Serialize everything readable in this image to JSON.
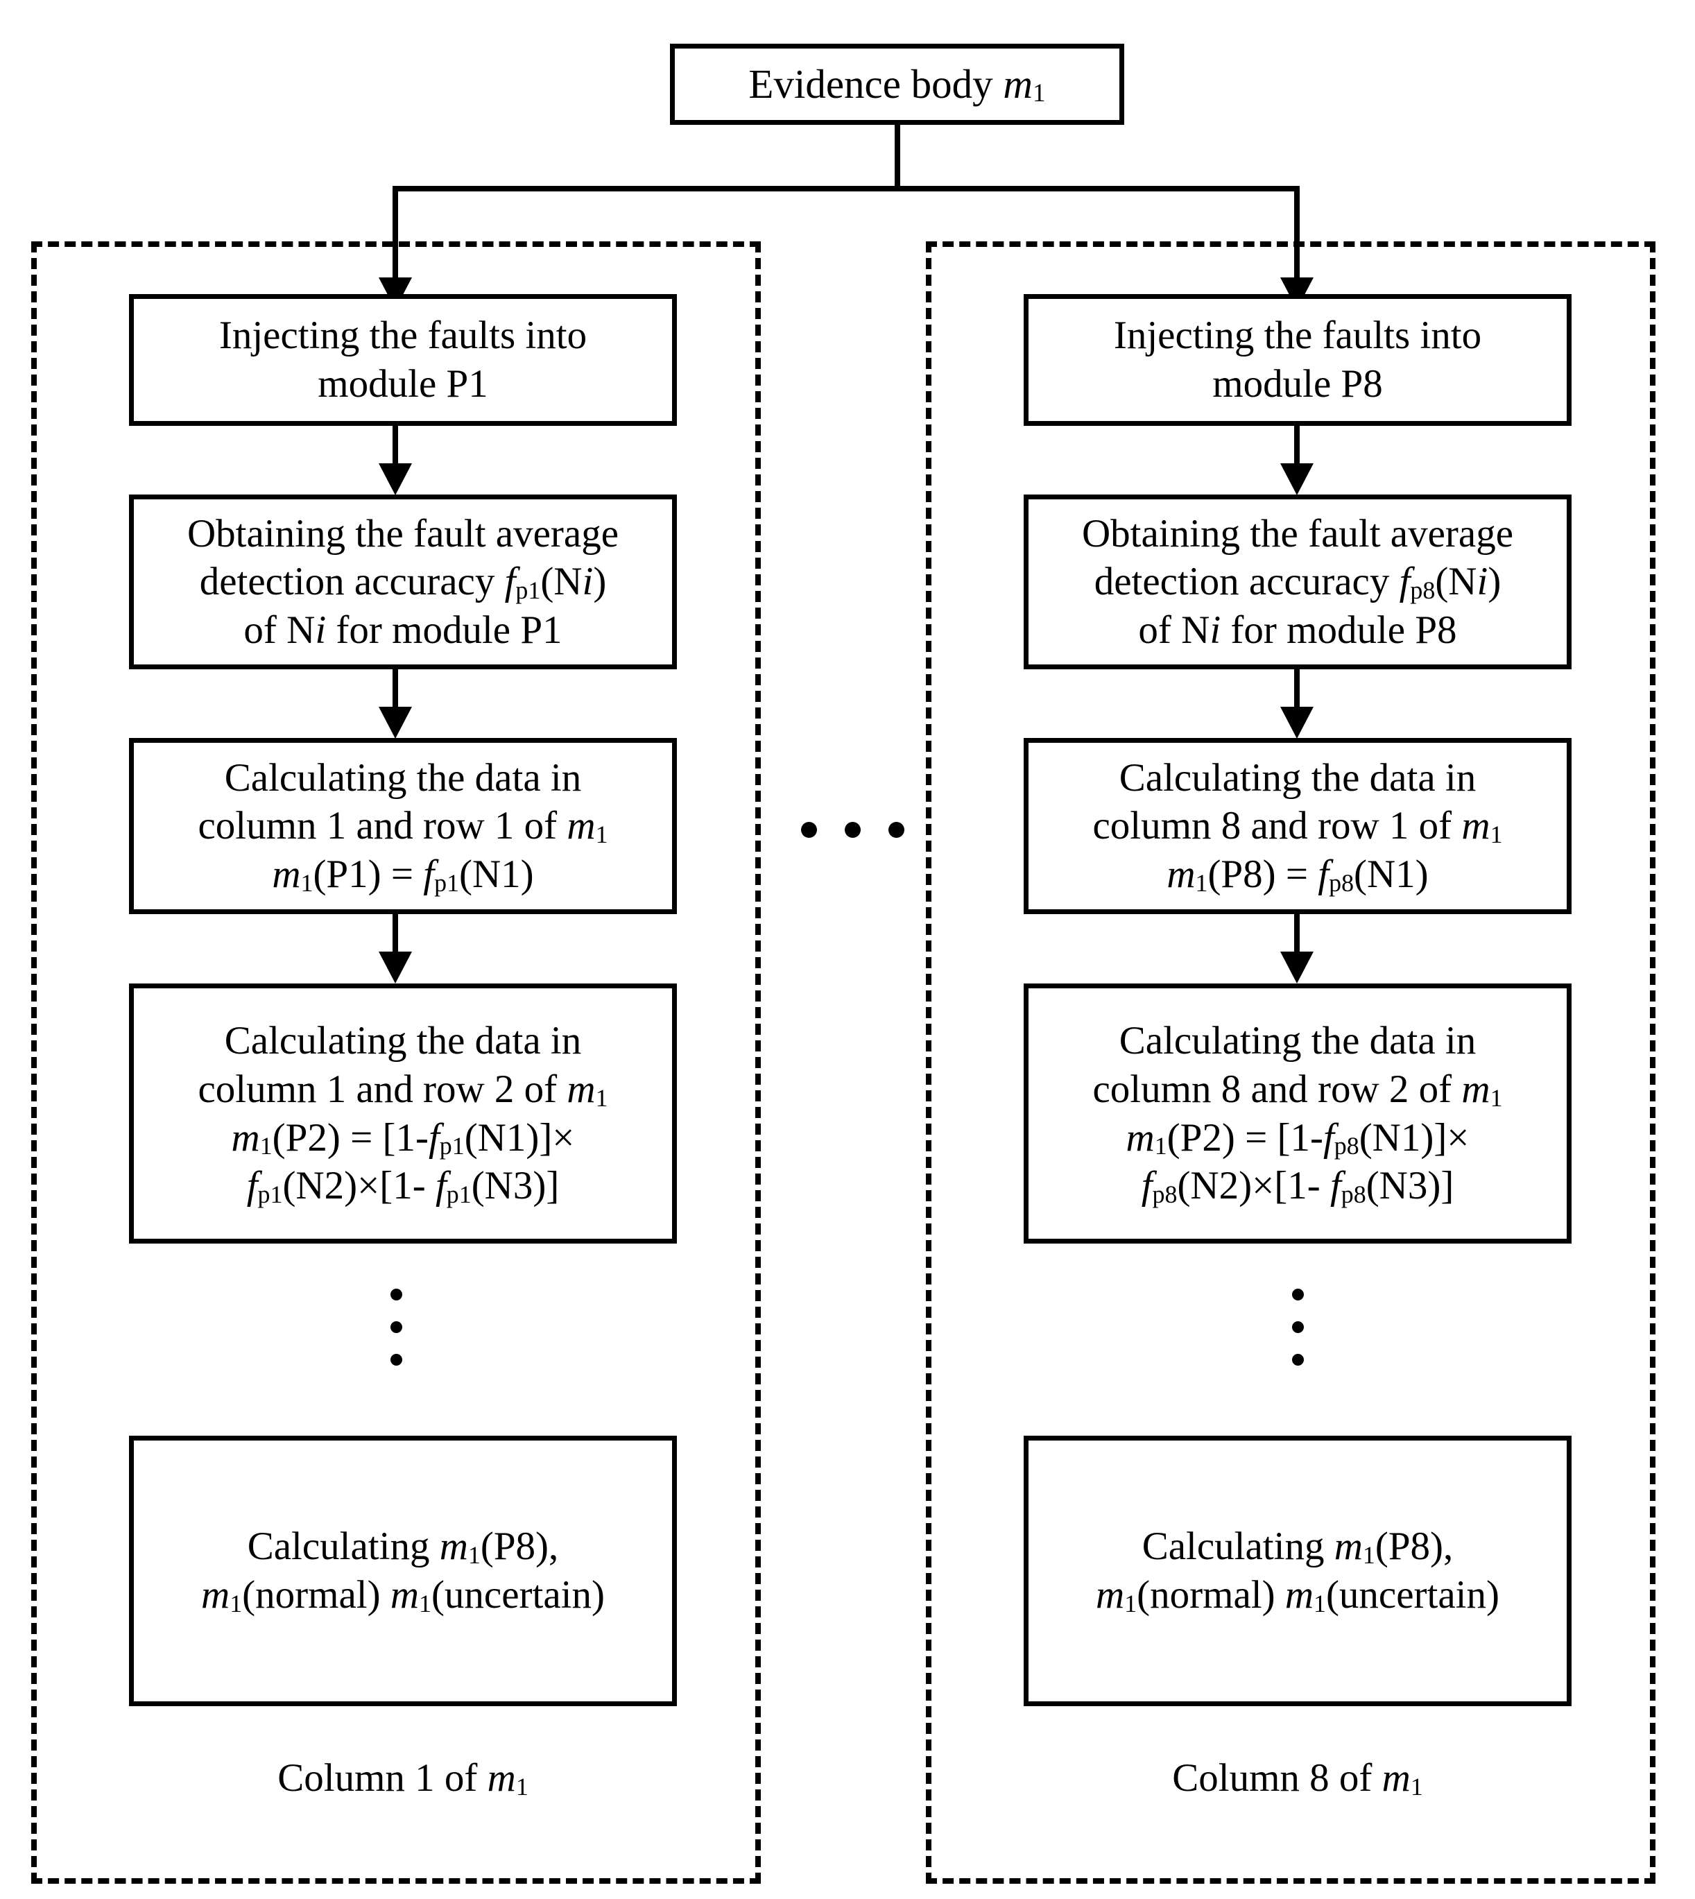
{
  "diagram": {
    "title_box": {
      "label_prefix": "Evidence body ",
      "symbol": "m",
      "symbol_sub": "1"
    },
    "ellipsis_between_columns": "• • •",
    "columns": [
      {
        "id": "column-1",
        "caption_prefix": "Column 1 of ",
        "caption_symbol": "m",
        "caption_symbol_sub": "1",
        "module": "P1",
        "f_sub": "p1",
        "column_index": "1",
        "steps": [
          {
            "name": "inject-faults",
            "lines": [
              "Injecting the faults into",
              "module P1"
            ]
          },
          {
            "name": "obtain-accuracy",
            "lines": [
              "Obtaining the fault average",
              "detection accuracy fp1(Ni)",
              "of Ni for module P1"
            ]
          },
          {
            "name": "calc-row-1",
            "lines": [
              "Calculating the data in",
              "column 1 and row 1 of m1",
              "m1(P1) = fp1(N1)"
            ]
          },
          {
            "name": "calc-row-2",
            "lines": [
              "Calculating the data in",
              "column 1 and row 2 of m1",
              "m1(P2) = [1-fp1(N1)]×",
              "fp1(N2)×[1- fp1(N3)]"
            ]
          },
          {
            "name": "calc-final",
            "lines": [
              "Calculating m1(P8),",
              "m1(normal) m1(uncertain)"
            ]
          }
        ]
      },
      {
        "id": "column-8",
        "caption_prefix": "Column 8 of ",
        "caption_symbol": "m",
        "caption_symbol_sub": "1",
        "module": "P8",
        "f_sub": "p8",
        "column_index": "8",
        "steps": [
          {
            "name": "inject-faults",
            "lines": [
              "Injecting the faults into",
              "module P8"
            ]
          },
          {
            "name": "obtain-accuracy",
            "lines": [
              "Obtaining the fault average",
              "detection accuracy fp8(Ni)",
              "of Ni for module P8"
            ]
          },
          {
            "name": "calc-row-1",
            "lines": [
              "Calculating the data in",
              "column 8 and row 1 of m1",
              "m1(P8) = fp8(N1)"
            ]
          },
          {
            "name": "calc-row-2",
            "lines": [
              "Calculating the data in",
              "column 8 and row 2 of m1",
              "m1(P2) = [1-fp8(N1)]×",
              "fp8(N2)×[1- fp8(N3)]"
            ]
          },
          {
            "name": "calc-final",
            "lines": [
              "Calculating m1(P8),",
              "m1(normal) m1(uncertain)"
            ]
          }
        ]
      }
    ]
  },
  "colors": {
    "stroke": "#000000",
    "background": "#ffffff"
  }
}
